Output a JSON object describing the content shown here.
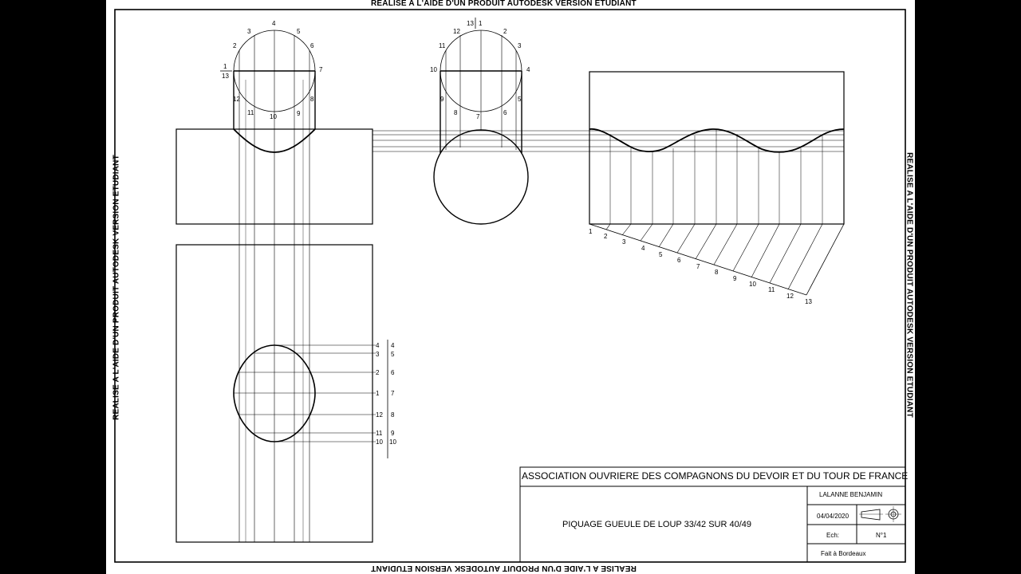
{
  "watermark": {
    "top": "REALISE A L'AIDE D'UN PRODUIT AUTODESK VERSION ETUDIANT",
    "bottom": "REALISE A L'AIDE D'UN PRODUIT AUTODESK VERSION ETUDIANT",
    "left": "REALISE A L'AIDE D'UN PRODUIT AUTODESK VERSION ETUDIANT",
    "right": "REALISE A L'AIDE D'UN PRODUIT AUTODESK VERSION ETUDIANT"
  },
  "title_block": {
    "association": "ASSOCIATION OUVRIERE DES COMPAGNONS DU DEVOIR ET DU TOUR DE FRANCE",
    "drawing_title": "PIQUAGE GUEULE DE LOUP 33/42 SUR 40/49",
    "author": "LALANNE BENJAMIN",
    "date": "04/04/2020",
    "scale_label": "Ech:",
    "sheet_number": "N°1",
    "place": "Fait à Bordeaux",
    "projection_symbol": "first-angle-projection-icon"
  },
  "front_view_labels": [
    "1",
    "13",
    "2",
    "3",
    "4",
    "5",
    "6",
    "7",
    "8",
    "9",
    "10",
    "11",
    "12"
  ],
  "side_view_labels": [
    "13",
    "1",
    "2",
    "3",
    "4",
    "5",
    "6",
    "7",
    "8",
    "9",
    "10",
    "11",
    "12"
  ],
  "top_view_labels": {
    "left": [
      "4",
      "3",
      "2",
      "1",
      "12",
      "11",
      "10"
    ],
    "right": [
      "4",
      "5",
      "6",
      "7",
      "8",
      "9",
      "10"
    ]
  },
  "development_labels": [
    "1",
    "2",
    "3",
    "4",
    "5",
    "6",
    "7",
    "8",
    "9",
    "10",
    "11",
    "12",
    "13"
  ]
}
